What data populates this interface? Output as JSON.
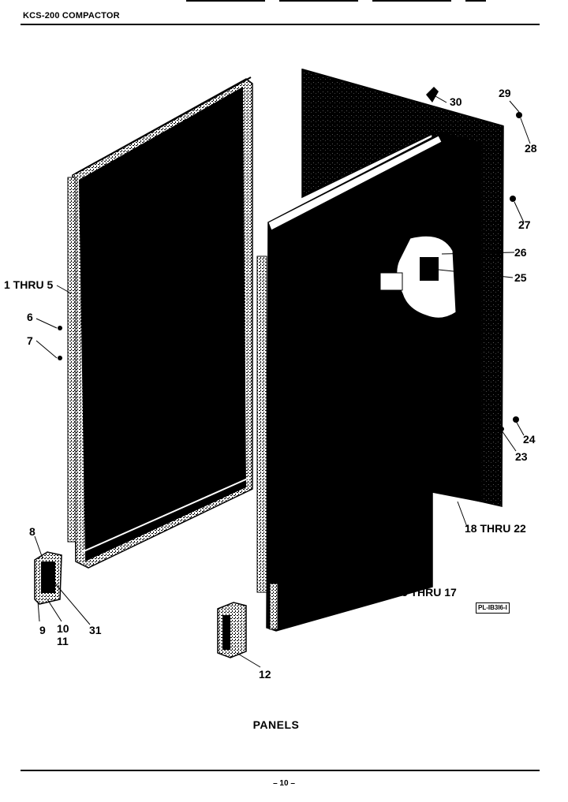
{
  "header": {
    "title": "KCS-200 COMPACTOR"
  },
  "caption": "PANELS",
  "page_number": "– 10 –",
  "plate_id": "PL-IB3I6-I",
  "callouts": {
    "c1_5": "1 THRU 5",
    "c6": "6",
    "c7": "7",
    "c8": "8",
    "c9": "9",
    "c10": "10",
    "c11": "11",
    "c12": "12",
    "c13_17": "13 THRU 17",
    "c18_22": "18 THRU 22",
    "c23": "23",
    "c24": "24",
    "c25": "25",
    "c26": "26",
    "c27": "27",
    "c28": "28",
    "c29": "29",
    "c30": "30",
    "c31": "31"
  }
}
